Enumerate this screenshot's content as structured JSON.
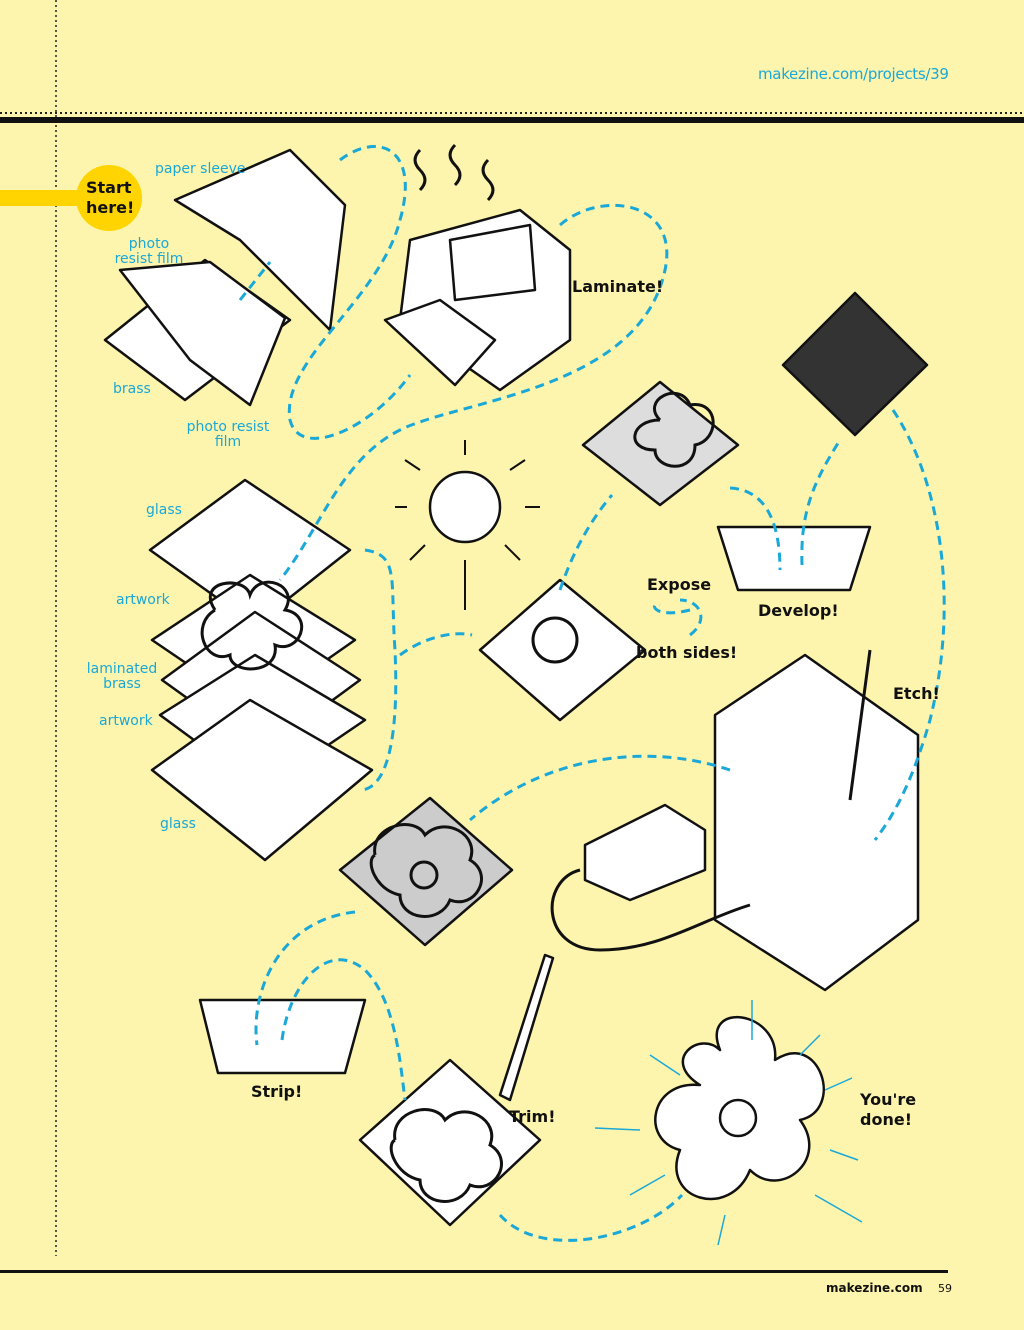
{
  "header": {
    "url": "makezine.com/projects/39"
  },
  "start": {
    "label_line1": "Start",
    "label_line2": "here!"
  },
  "labels": {
    "paper_sleeve": "paper sleeve",
    "photo_resist_film_top": "photo resist film",
    "brass": "brass",
    "photo_resist_film_bottom": "photo resist film",
    "glass_top": "glass",
    "artwork_top": "artwork",
    "laminated_brass": "laminated brass",
    "artwork_bottom": "artwork",
    "glass_bottom": "glass"
  },
  "steps": {
    "laminate": "Laminate!",
    "expose": "Expose",
    "both_sides": "both sides!",
    "develop": "Develop!",
    "etch": "Etch!",
    "strip": "Strip!",
    "trim": "Trim!",
    "done_line1": "You're",
    "done_line2": "done!"
  },
  "footer": {
    "site": "makezine.com",
    "page_number": "59"
  },
  "colors": {
    "background": "#fdf5ad",
    "accent": "#1aa8d8",
    "highlight": "#ffd400",
    "ink": "#111111"
  }
}
